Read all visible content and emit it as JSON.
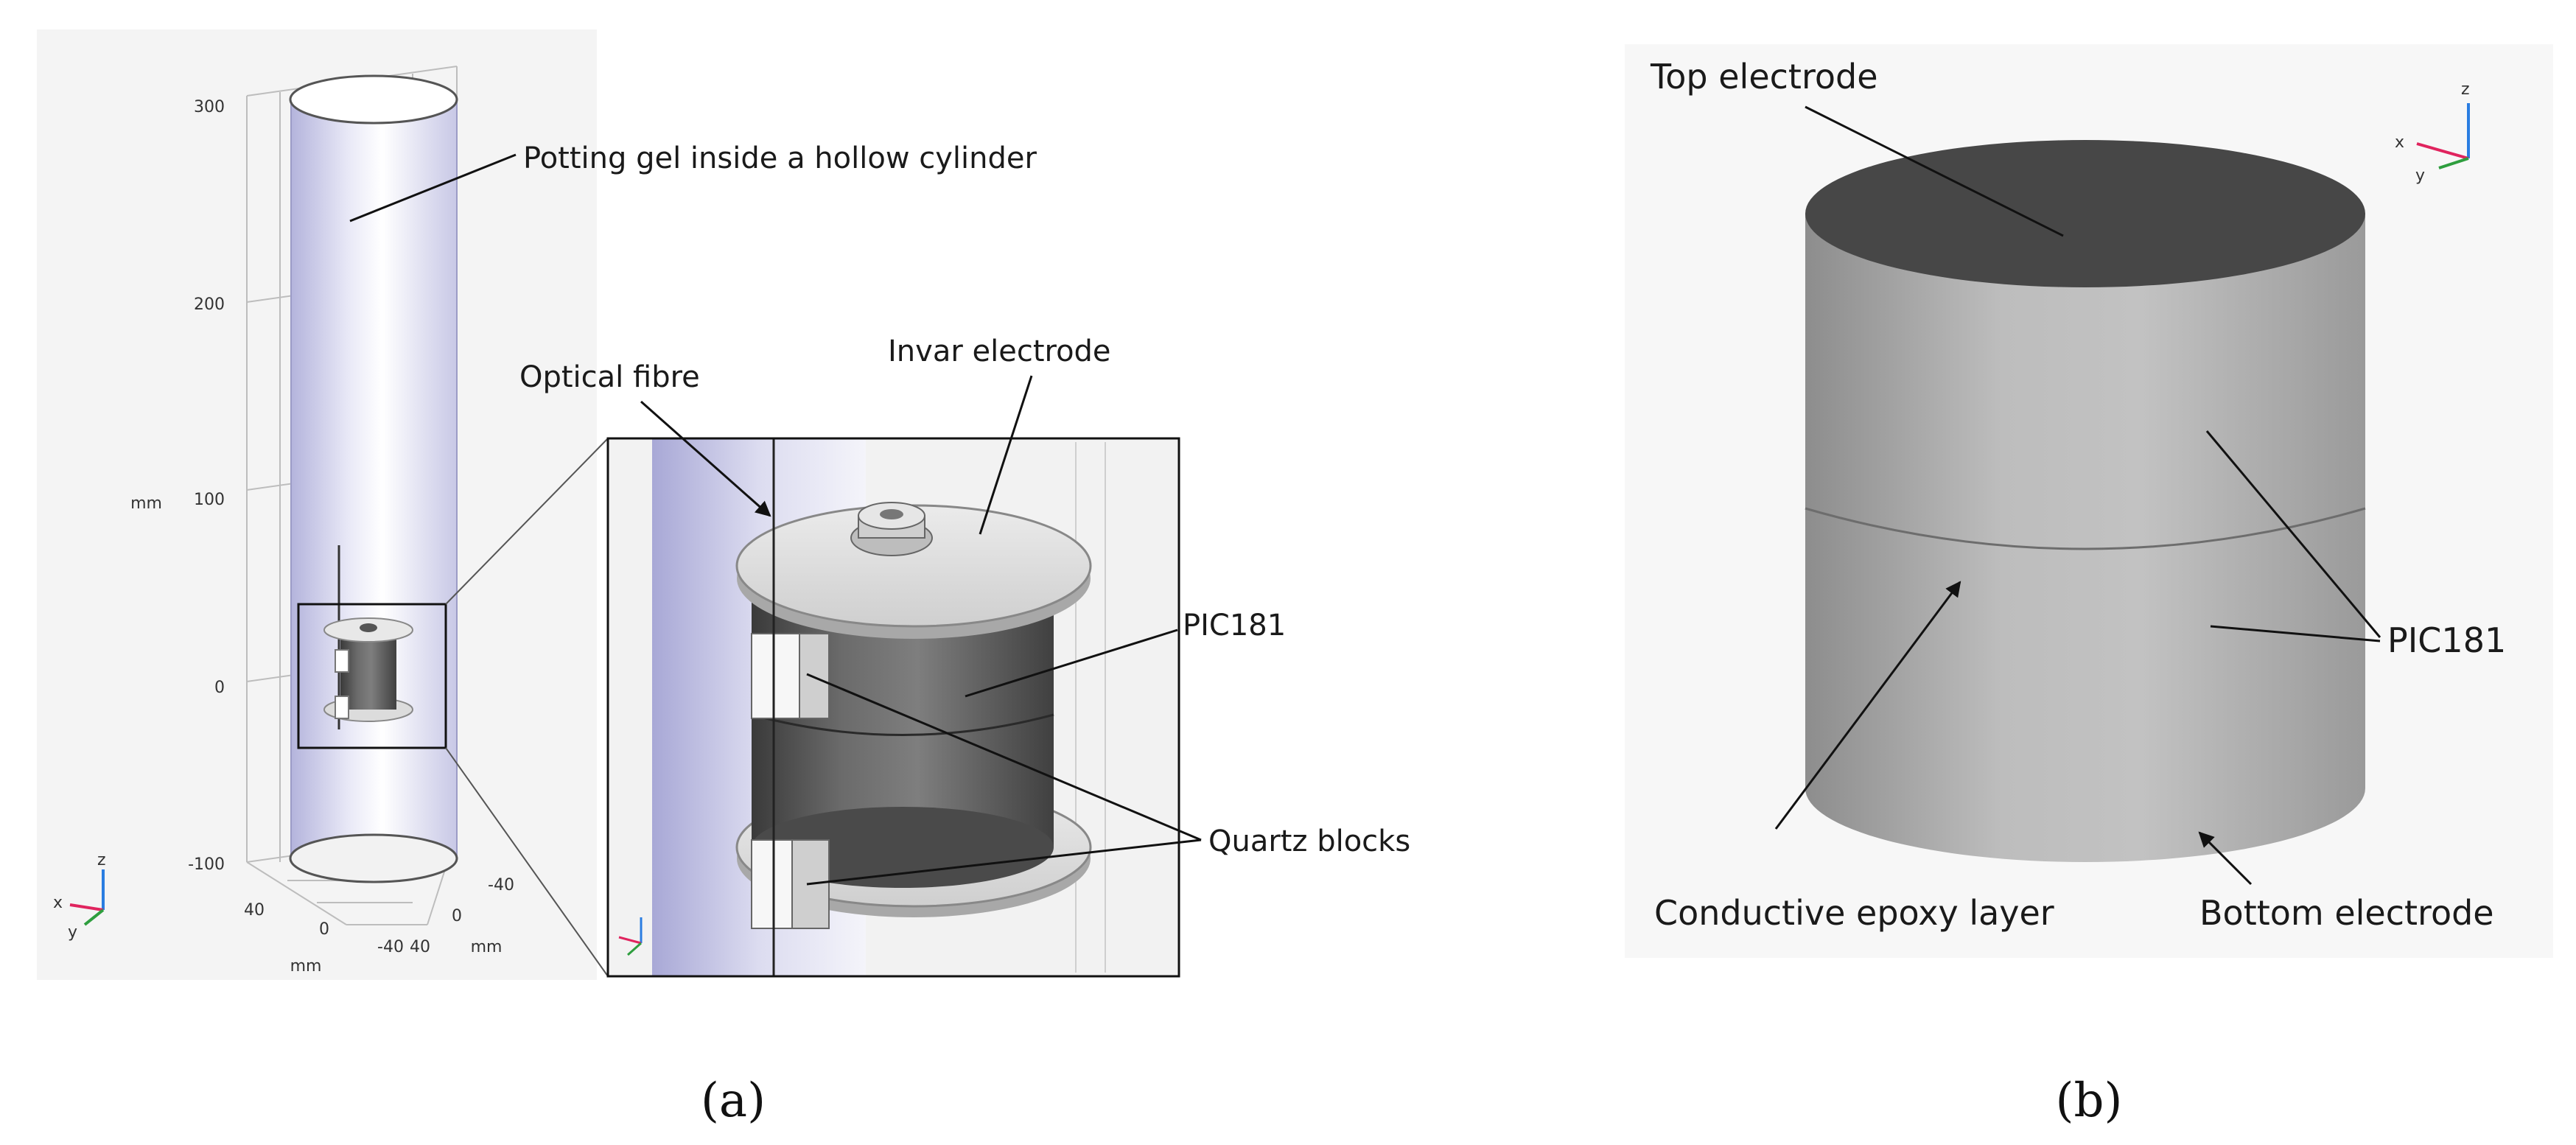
{
  "panel_a": {
    "caption": "(a)",
    "labels": {
      "potting_gel": "Potting gel inside a hollow cylinder",
      "optical_fibre": "Optical fibre",
      "invar_electrode": "Invar electrode",
      "pic181": "PIC181",
      "quartz_blocks": "Quartz blocks"
    },
    "axis": {
      "z_ticks": [
        "300",
        "200",
        "100",
        "0",
        "-100"
      ],
      "z_unit": "mm",
      "x_ticks": [
        "40",
        "0",
        "-40"
      ],
      "x_unit": "mm",
      "y_ticks": [
        "-40",
        "0",
        "40"
      ],
      "y_unit": "mm"
    },
    "triad": {
      "x": "x",
      "y": "y",
      "z": "z"
    }
  },
  "panel_b": {
    "caption": "(b)",
    "labels": {
      "top_electrode": "Top electrode",
      "pic181": "PIC181",
      "conductive_epoxy": "Conductive epoxy layer",
      "bottom_electrode": "Bottom electrode"
    },
    "triad": {
      "x": "x",
      "y": "y",
      "z": "z"
    }
  },
  "colors": {
    "triad_x": "#e0245e",
    "triad_y": "#2e9e3e",
    "triad_z": "#2a7de1",
    "gel_tint": "#c9c9ea",
    "metal_dark": "#4a4a4a"
  }
}
